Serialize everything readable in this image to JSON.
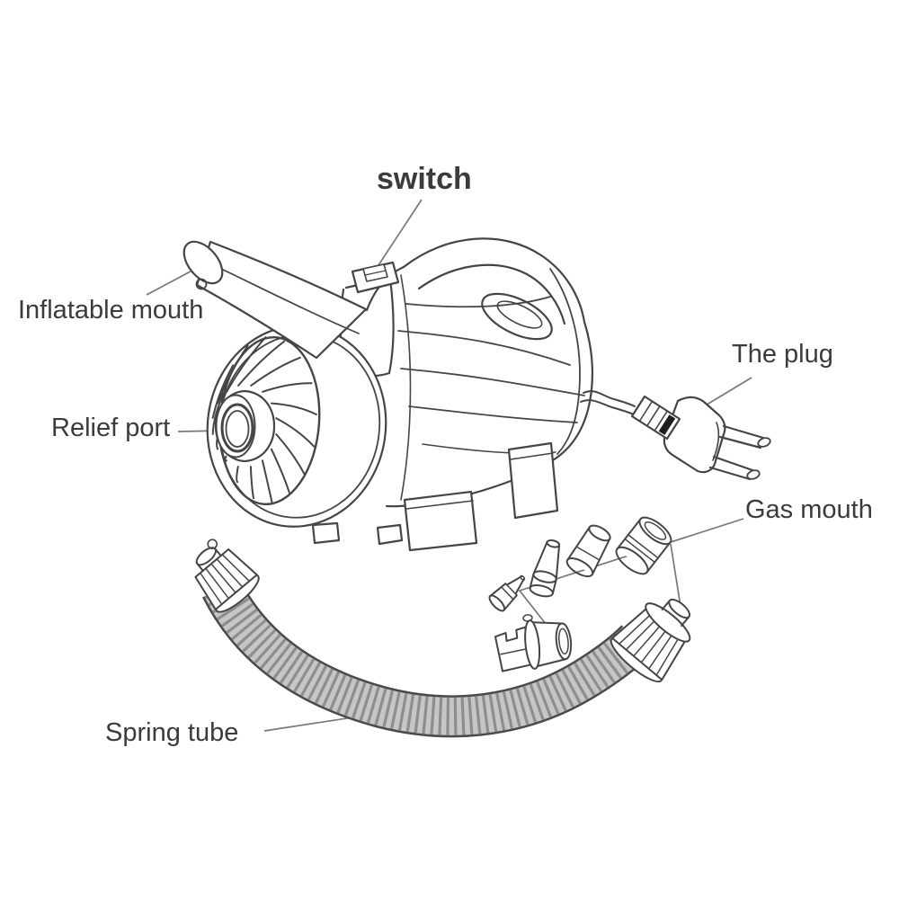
{
  "diagram": {
    "labels": {
      "switch": "switch",
      "inflatable_mouth": "Inflatable mouth",
      "the_plug": "The plug",
      "relief_port": "Relief port",
      "gas_mouth": "Gas mouth",
      "spring_tube": "Spring tube"
    },
    "colors": {
      "background": "#ffffff",
      "line": "#454545",
      "label_text": "#3b3b3b",
      "leader_line": "#787878",
      "hose_fill": "#c6c6c6",
      "hose_rib": "#8e8e8e",
      "plug_stripe": "#1e1e1e"
    }
  }
}
